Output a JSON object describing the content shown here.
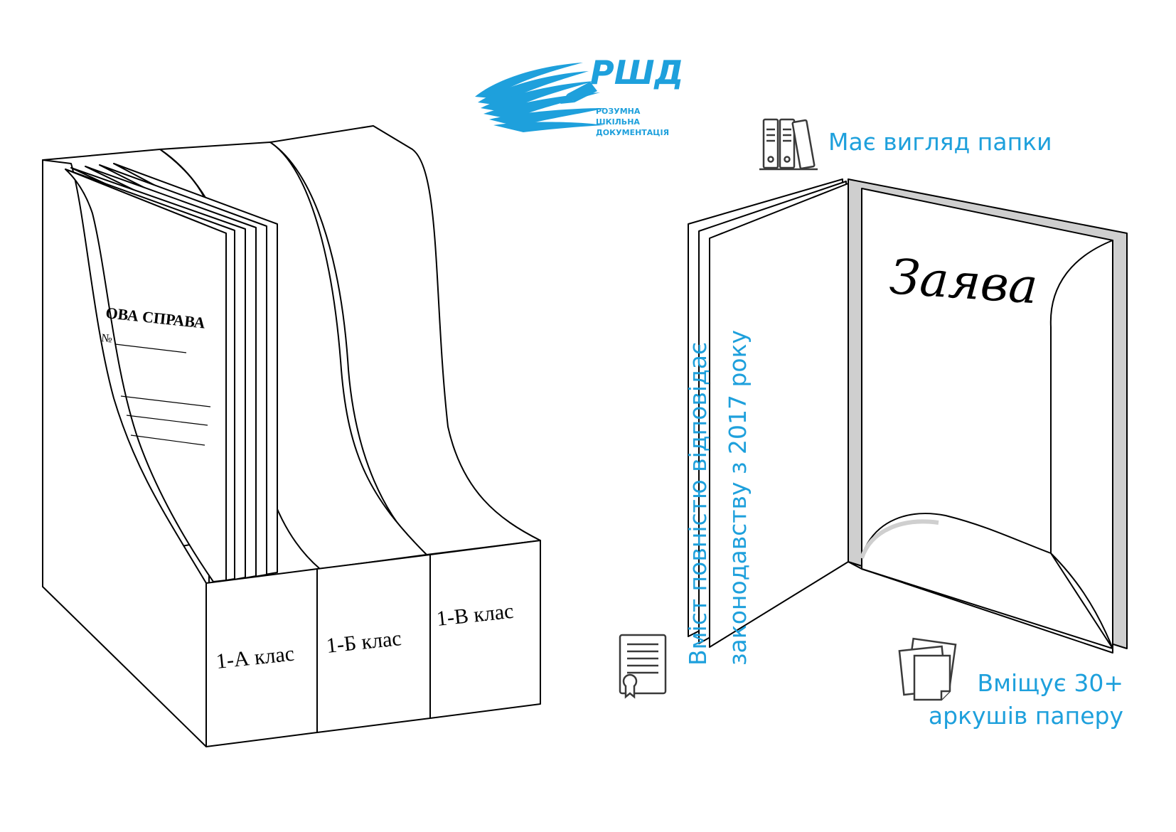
{
  "logo": {
    "abbreviation": "РШД",
    "line1": "РОЗУМНА",
    "line2": "ШКІЛЬНА",
    "line3": "ДОКУМЕНТАЦІЯ"
  },
  "features": {
    "folder": "Має вигляд папки",
    "law_line1": "Вміст повністю відповідає",
    "law_line2": "законодавству  з 2017 року",
    "sheets_line1": "Вміщує 30+",
    "sheets_line2": "аркушів паперу"
  },
  "folder_cover": {
    "title": "ОВА СПРАВА",
    "number_sign": "№"
  },
  "class_labels": [
    "1-А клас",
    "1-Б клас",
    "1-В клас"
  ],
  "open_folder_label": "Заява",
  "icons": [
    "binders-icon",
    "certificate-icon",
    "papers-icon"
  ],
  "colors": {
    "accent": "#1ea0dc",
    "line": "#000000",
    "spine": "#cfcfcf"
  }
}
